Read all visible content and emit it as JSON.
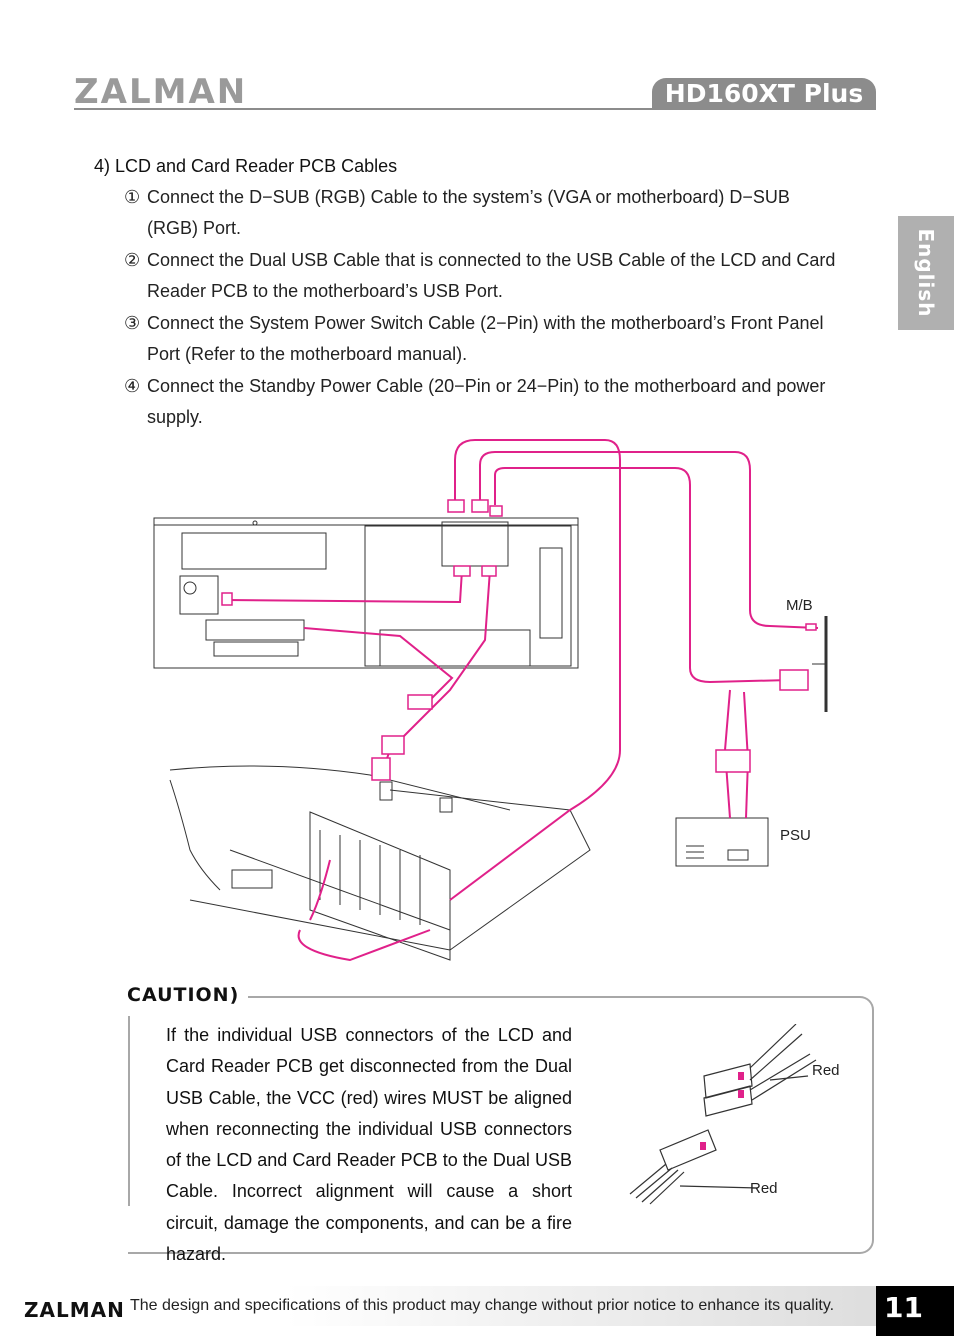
{
  "header": {
    "brand": "ZALMAN",
    "model": "HD160XT Plus",
    "language_tab": "English"
  },
  "section": {
    "title": "4) LCD and Card Reader PCB Cables",
    "steps": [
      {
        "num": "①",
        "lines": [
          "Connect the D−SUB (RGB) Cable to the system’s (VGA or motherboard) D−SUB",
          "(RGB) Port."
        ]
      },
      {
        "num": "②",
        "lines": [
          "Connect the Dual USB Cable that is connected to the USB Cable of the LCD and Card",
          "Reader PCB to the motherboard’s USB Port."
        ]
      },
      {
        "num": "③",
        "lines": [
          "Connect the System Power Switch Cable (2−Pin) with the motherboard’s Front Panel",
          "Port (Refer to the motherboard manual)."
        ]
      },
      {
        "num": "④",
        "lines": [
          "Connect the Standby Power Cable (20−Pin or 24−Pin) to the motherboard and power",
          "supply."
        ]
      }
    ]
  },
  "diagram": {
    "label_mb": "M/B",
    "label_psu": "PSU",
    "cable_color": "#e0218a"
  },
  "caution": {
    "title": "CAUTION)",
    "text": "If the individual USB connectors of the LCD and Card Reader PCB get disconnected from the Dual USB Cable, the VCC (red) wires MUST be aligned when reconnecting the individual USB connectors of the LCD and Card Reader PCB to the Dual USB Cable. Incorrect alignment will cause a short circuit, damage the components, and can be a fire hazard.",
    "label_red_1": "Red",
    "label_red_2": "Red"
  },
  "footer": {
    "brand": "ZALMAN",
    "note": "The design and specifications of this product may change without prior notice to enhance its quality.",
    "page": "11"
  }
}
